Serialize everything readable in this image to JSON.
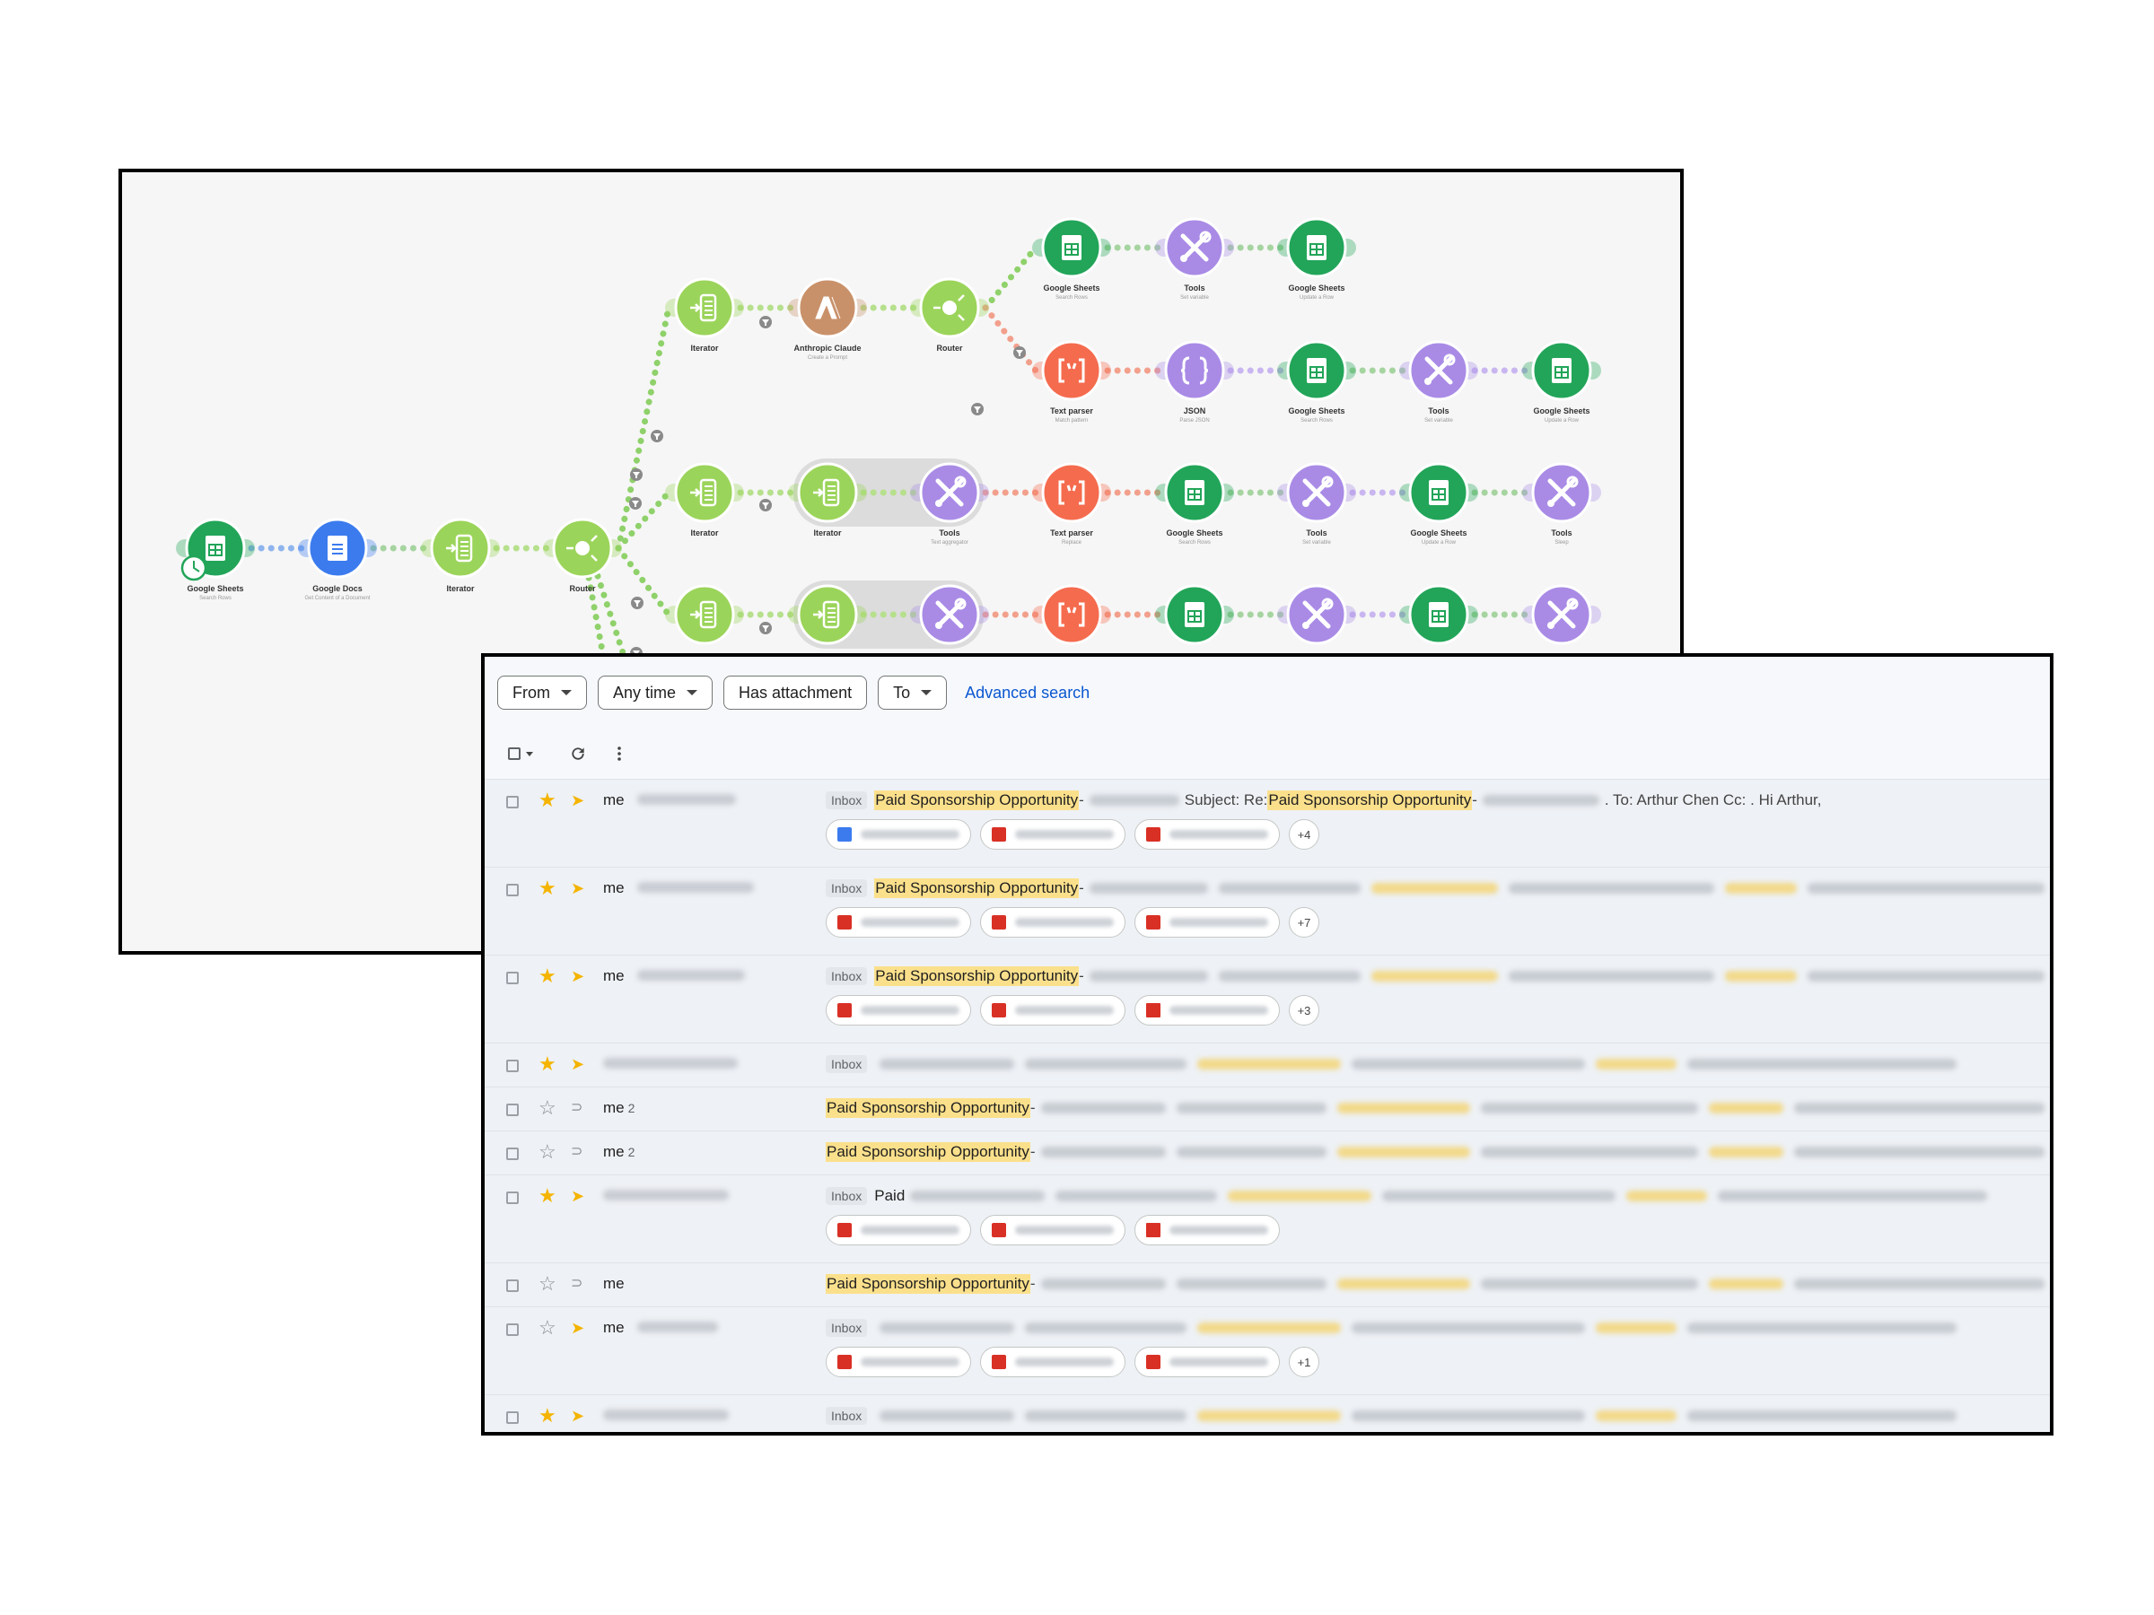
{
  "workflow": {
    "nodes": [
      {
        "id": "gs0",
        "label": "Google Sheets",
        "sub": "Search Rows",
        "color": "#22a559",
        "icon": "sheets-icon"
      },
      {
        "id": "gd",
        "label": "Google Docs",
        "sub": "Get Content of a Document",
        "color": "#3b7bee",
        "icon": "doc-icon"
      },
      {
        "id": "it0",
        "label": "Iterator",
        "sub": "",
        "color": "#9bd45a",
        "icon": "iterator-icon"
      },
      {
        "id": "rt0",
        "label": "Router",
        "sub": "",
        "color": "#9bd45a",
        "icon": "router-icon"
      },
      {
        "id": "it1",
        "label": "Iterator",
        "sub": "",
        "color": "#9bd45a",
        "icon": "iterator-icon"
      },
      {
        "id": "cl",
        "label": "Anthropic Claude",
        "sub": "Create a Prompt",
        "color": "#c9916a",
        "icon": "claude-icon"
      },
      {
        "id": "rt1",
        "label": "Router",
        "sub": "",
        "color": "#9bd45a",
        "icon": "router-icon"
      },
      {
        "id": "gs1",
        "label": "Google Sheets",
        "sub": "Search Rows",
        "color": "#22a559",
        "icon": "sheets-icon"
      },
      {
        "id": "tl1",
        "label": "Tools",
        "sub": "Set variable",
        "color": "#a98be6",
        "icon": "tools-icon"
      },
      {
        "id": "gs2",
        "label": "Google Sheets",
        "sub": "Update a Row",
        "color": "#22a559",
        "icon": "sheets-icon"
      },
      {
        "id": "tp1",
        "label": "Text parser",
        "sub": "Match pattern",
        "color": "#f56b4e",
        "icon": "textparser-icon"
      },
      {
        "id": "js",
        "label": "JSON",
        "sub": "Parse JSON",
        "color": "#a98be6",
        "icon": "json-icon"
      },
      {
        "id": "gs3",
        "label": "Google Sheets",
        "sub": "Search Rows",
        "color": "#22a559",
        "icon": "sheets-icon"
      },
      {
        "id": "tl2",
        "label": "Tools",
        "sub": "Set variable",
        "color": "#a98be6",
        "icon": "tools-icon"
      },
      {
        "id": "gs4",
        "label": "Google Sheets",
        "sub": "Update a Row",
        "color": "#22a559",
        "icon": "sheets-icon"
      },
      {
        "id": "it2",
        "label": "Iterator",
        "sub": "",
        "color": "#9bd45a",
        "icon": "iterator-icon"
      },
      {
        "id": "it3",
        "label": "Iterator",
        "sub": "",
        "color": "#9bd45a",
        "icon": "iterator-icon"
      },
      {
        "id": "tl3",
        "label": "Tools",
        "sub": "Text aggregator",
        "color": "#a98be6",
        "icon": "tools-icon"
      },
      {
        "id": "tp2",
        "label": "Text parser",
        "sub": "Replace",
        "color": "#f56b4e",
        "icon": "textparser-icon"
      },
      {
        "id": "gs5",
        "label": "Google Sheets",
        "sub": "Search Rows",
        "color": "#22a559",
        "icon": "sheets-icon"
      },
      {
        "id": "tl4",
        "label": "Tools",
        "sub": "Set variable",
        "color": "#a98be6",
        "icon": "tools-icon"
      },
      {
        "id": "gs6",
        "label": "Google Sheets",
        "sub": "Update a Row",
        "color": "#22a559",
        "icon": "sheets-icon"
      },
      {
        "id": "tl5",
        "label": "Tools",
        "sub": "Sleep",
        "color": "#a98be6",
        "icon": "tools-icon"
      },
      {
        "id": "it4",
        "label": "",
        "sub": "",
        "color": "#9bd45a",
        "icon": "iterator-icon"
      },
      {
        "id": "it5",
        "label": "",
        "sub": "",
        "color": "#9bd45a",
        "icon": "iterator-icon"
      },
      {
        "id": "tl6",
        "label": "",
        "sub": "",
        "color": "#a98be6",
        "icon": "tools-icon"
      },
      {
        "id": "tp3",
        "label": "",
        "sub": "",
        "color": "#f56b4e",
        "icon": "textparser-icon"
      },
      {
        "id": "gs7",
        "label": "",
        "sub": "",
        "color": "#22a559",
        "icon": "sheets-icon"
      },
      {
        "id": "tl7",
        "label": "",
        "sub": "",
        "color": "#a98be6",
        "icon": "tools-icon"
      },
      {
        "id": "gs8",
        "label": "",
        "sub": "",
        "color": "#22a559",
        "icon": "sheets-icon"
      },
      {
        "id": "tl8",
        "label": "",
        "sub": "",
        "color": "#a98be6",
        "icon": "tools-icon"
      }
    ]
  },
  "mail": {
    "filters": {
      "from": "From",
      "any_time": "Any time",
      "has_attachment": "Has attachment",
      "to": "To",
      "advanced_search": "Advanced search"
    },
    "toolbar": {
      "select_icon": "checkbox-icon",
      "refresh_icon": "refresh-icon",
      "more_icon": "more-vert-icon"
    },
    "inbox_label": "Inbox",
    "subject": "Paid Sponsorship Opportunity",
    "colors": {
      "star": "#f4b400",
      "important": "#f4b400",
      "highlight": "#fbe08c",
      "link": "#0b57d0"
    },
    "rows": [
      {
        "sender": "me",
        "count": "",
        "starred": true,
        "important": true,
        "inbox": true,
        "prefix": "",
        "subject": true,
        "snippet_lead": "Subject: Re: ",
        "snippet_hl": "Paid Sponsorship Opportunity",
        "snippet_tail": ". To: Arthur Chen Cc: . Hi Arthur,",
        "attachments": [
          "doc",
          "img",
          "img"
        ],
        "more": "+4"
      },
      {
        "sender": "me",
        "count": "",
        "starred": true,
        "important": true,
        "inbox": true,
        "prefix": "",
        "subject": true,
        "snippet_lead": "",
        "snippet_hl": "",
        "snippet_tail": "",
        "attachments": [
          "img",
          "img",
          "img"
        ],
        "more": "+7"
      },
      {
        "sender": "me",
        "count": "",
        "starred": true,
        "important": true,
        "inbox": true,
        "prefix": "",
        "subject": true,
        "snippet_lead": "",
        "snippet_hl": "",
        "snippet_tail": "",
        "attachments": [
          "img",
          "img",
          "vid"
        ],
        "more": "+3"
      },
      {
        "sender": "",
        "count": "",
        "starred": true,
        "important": true,
        "inbox": true,
        "prefix": "",
        "subject": false,
        "snippet_lead": "",
        "snippet_hl": "",
        "snippet_tail": "",
        "attachments": [],
        "more": ""
      },
      {
        "sender": "me",
        "count": "2",
        "starred": false,
        "important": false,
        "inbox": false,
        "prefix": "",
        "subject": true,
        "snippet_lead": "",
        "snippet_hl": "",
        "snippet_tail": "",
        "attachments": [],
        "more": ""
      },
      {
        "sender": "me",
        "count": "2",
        "starred": false,
        "important": false,
        "inbox": false,
        "prefix": "",
        "subject": true,
        "snippet_lead": "",
        "snippet_hl": "",
        "snippet_tail": "",
        "attachments": [],
        "more": ""
      },
      {
        "sender": "",
        "count": "",
        "starred": true,
        "important": true,
        "inbox": true,
        "prefix": "Paid",
        "subject": false,
        "snippet_lead": "",
        "snippet_hl": "",
        "snippet_tail": "",
        "attachments": [
          "img",
          "img",
          "vid"
        ],
        "more": ""
      },
      {
        "sender": "me",
        "count": "",
        "starred": false,
        "important": false,
        "inbox": false,
        "prefix": "",
        "subject": true,
        "snippet_lead": "",
        "snippet_hl": "",
        "snippet_tail": "",
        "attachments": [],
        "more": ""
      },
      {
        "sender": "me",
        "count": "",
        "starred": false,
        "important": true,
        "inbox": true,
        "prefix": "",
        "subject": false,
        "snippet_lead": "",
        "snippet_hl": "",
        "snippet_tail": "",
        "attachments": [
          "img",
          "img",
          "img"
        ],
        "more": "+1"
      },
      {
        "sender": "",
        "count": "",
        "starred": true,
        "important": true,
        "inbox": true,
        "prefix": "",
        "subject": false,
        "snippet_lead": "",
        "snippet_hl": "",
        "snippet_tail": "",
        "attachments": [],
        "more": ""
      }
    ]
  }
}
